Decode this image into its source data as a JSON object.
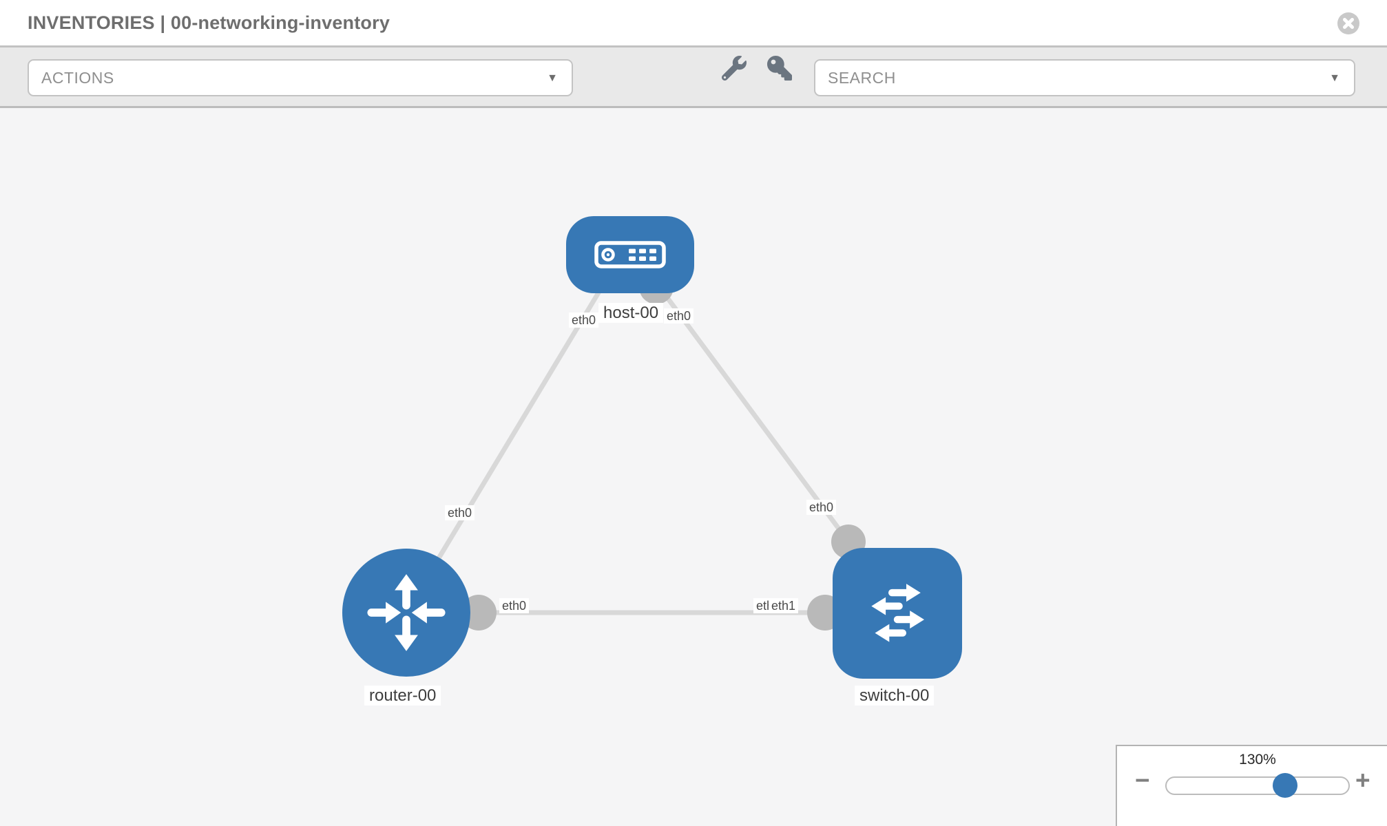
{
  "window": {
    "title": "INVENTORIES | 00-networking-inventory"
  },
  "toolbar": {
    "actions_dropdown": {
      "value": "ACTIONS",
      "caret": "▼"
    },
    "search_dropdown": {
      "value": "SEARCH",
      "caret": "▼"
    },
    "icons": [
      "wrench-icon",
      "key-icon"
    ]
  },
  "topology": {
    "nodes": [
      {
        "label": "host-00",
        "type": "host"
      },
      {
        "label": "router-00",
        "type": "router"
      },
      {
        "label": "switch-00",
        "type": "switch"
      }
    ],
    "links": [
      {
        "from": "host-00",
        "to": "router-00",
        "from_interface": "eth0",
        "to_interface": "eth0"
      },
      {
        "from": "host-00",
        "to": "switch-00",
        "from_interface": "eth0",
        "to_interface": "eth0"
      },
      {
        "from": "router-00",
        "to": "switch-00",
        "from_interface": "eth0",
        "to_interface": "eth1"
      }
    ],
    "overlapping_labels": {
      "under": "eth0",
      "over": "eth1"
    }
  },
  "zoom_control": {
    "level": "130%",
    "zoom_out": "−",
    "zoom_in": "+",
    "slider_percent": 64
  },
  "colors": {
    "node_blue": "#3778b5",
    "link_gray": "#d8d8d8",
    "interface_dot_gray": "#b9b9b9",
    "toolbar_bg": "#e9e9e9",
    "canvas_bg": "#f5f5f6"
  }
}
